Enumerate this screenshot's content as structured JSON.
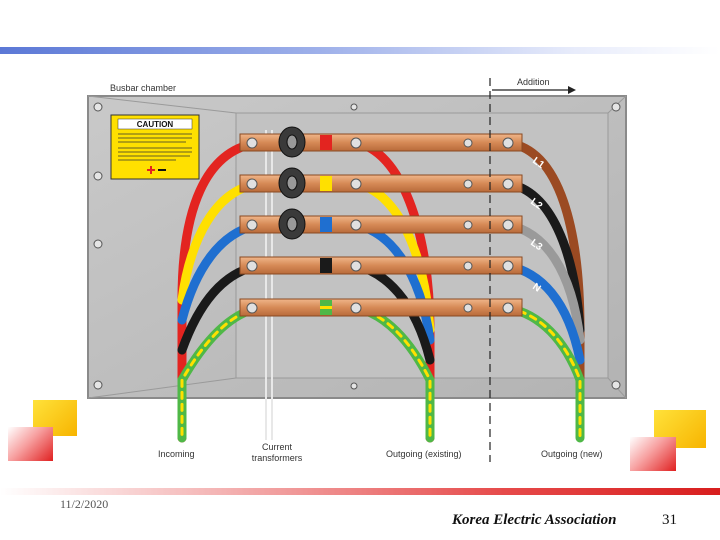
{
  "diagram": {
    "labels": {
      "busbar_chamber": "Busbar chamber",
      "addition": "Addition",
      "incoming": "Incoming",
      "current_transformers_1": "Current",
      "current_transformers_2": "transformers",
      "outgoing_existing": "Outgoing (existing)",
      "outgoing_new": "Outgoing (new)"
    },
    "caution": {
      "title": "CAUTION"
    },
    "phases": [
      "L1",
      "L2",
      "L3",
      "N"
    ],
    "colors": {
      "l1": "#e32420",
      "l2": "#ffe000",
      "l3": "#1f6fd0",
      "n": "#1a1a1a",
      "earth": "#4fb847",
      "l1_new": "#9b4a22",
      "l2_new": "#1a1a1a",
      "l3_new": "#9a9a9a",
      "n_new": "#1f6fd0",
      "panel": "#bdbdbd",
      "busbar": "#d99a6c"
    }
  },
  "footer": {
    "date": "11/2/2020",
    "organization": "Korea Electric Association",
    "page": "31"
  }
}
